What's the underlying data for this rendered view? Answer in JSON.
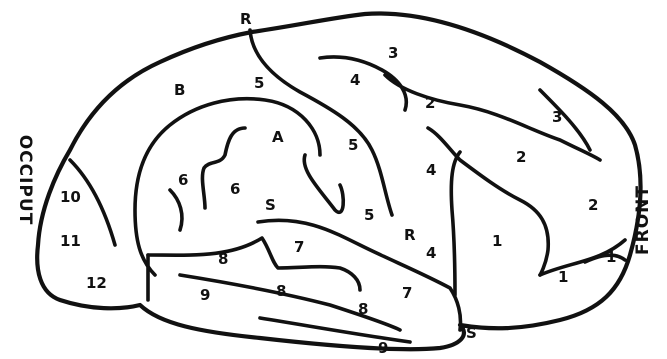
{
  "side_labels": {
    "rear": "OCCIPUT",
    "front": "FRONT"
  },
  "sulcus_labels": {
    "R_top": "R",
    "R_mid": "R",
    "A": "A",
    "B": "B",
    "S_mid": "S",
    "S_low": "S"
  },
  "region_numbers": {
    "n1a": "1",
    "n1b": "1",
    "n1c": "1",
    "n2a": "2",
    "n2b": "2",
    "n2c": "2",
    "n3a": "3",
    "n3b": "3",
    "n4a": "4",
    "n4b": "4",
    "n4c": "4",
    "n5a": "5",
    "n5b": "5",
    "n5c": "5",
    "n6a": "6",
    "n6b": "6",
    "n7a": "7",
    "n7b": "7",
    "n8a": "8",
    "n8b": "8",
    "n8c": "8",
    "n9a": "9",
    "n9b": "9",
    "n10": "10",
    "n11": "11",
    "n12": "12"
  }
}
